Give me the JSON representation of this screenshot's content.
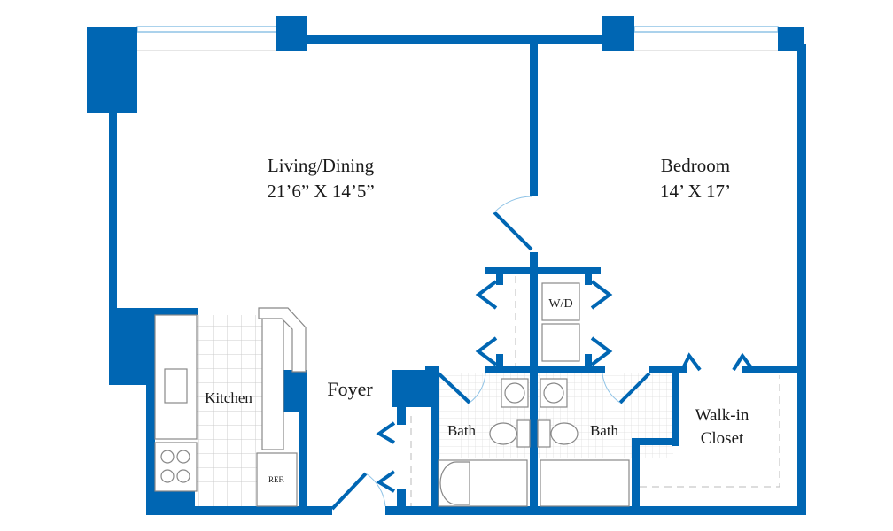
{
  "plan": {
    "wall_color": "#0066b3",
    "rooms": {
      "living": {
        "name": "Living/Dining",
        "size": "21’6” X 14’5”"
      },
      "bedroom": {
        "name": "Bedroom",
        "size": "14’ X 17’"
      },
      "kitchen": {
        "name": "Kitchen"
      },
      "foyer": {
        "name": "Foyer"
      },
      "bath1": {
        "name": "Bath"
      },
      "bath2": {
        "name": "Bath"
      },
      "closet": {
        "line1": "Walk-in",
        "line2": "Closet"
      },
      "laundry": {
        "name": "W/D"
      },
      "fridge": {
        "name": "REF."
      }
    }
  }
}
